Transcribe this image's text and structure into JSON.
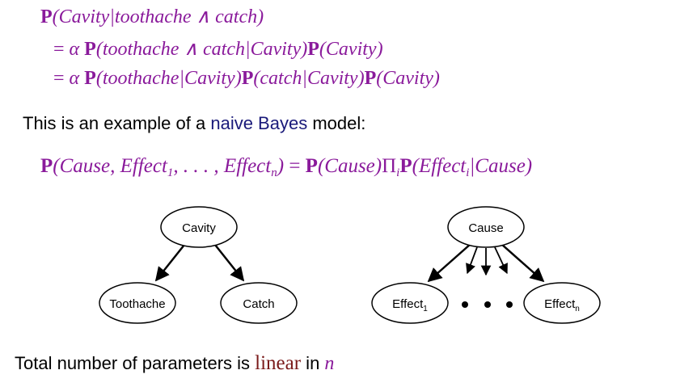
{
  "equations": {
    "line1": {
      "p": "P",
      "args": "(Cavity|toothache ∧ catch)"
    },
    "line2": {
      "eq": "=",
      "alpha": "α",
      "p1": "P",
      "args1": "(toothache ∧ catch|Cavity)",
      "p2": "P",
      "args2": "(Cavity)"
    },
    "line3": {
      "eq": "=",
      "alpha": "α",
      "p1": "P",
      "args1": "(toothache|Cavity)",
      "p2": "P",
      "args2": "(catch|Cavity)",
      "p3": "P",
      "args3": "(Cavity)"
    }
  },
  "intro": {
    "before": "This is an example of a ",
    "highlight": "naive Bayes",
    "after": " model:"
  },
  "formula": {
    "p1": "P",
    "cause_open": "(Cause, Effect",
    "sub1": "1",
    "mid": ", . . . , Effect",
    "subn": "n",
    "close": ")",
    "eq": " = ",
    "p2": "P",
    "cause2": "(Cause)",
    "prod": "Π",
    "prod_sub": "i",
    "p3": "P",
    "effect_open": "(Effect",
    "sub_i": "i",
    "effect_close": "|Cause)"
  },
  "diagram_left": {
    "root": "Cavity",
    "children": [
      "Toothache",
      "Catch"
    ]
  },
  "diagram_right": {
    "root": "Cause",
    "child1_label": "Effect",
    "child1_sub": "1",
    "childn_label": "Effect",
    "childn_sub": "n"
  },
  "footer": {
    "before": "Total number of parameters is ",
    "highlight": "linear",
    "mid": " in ",
    "var": "n"
  }
}
